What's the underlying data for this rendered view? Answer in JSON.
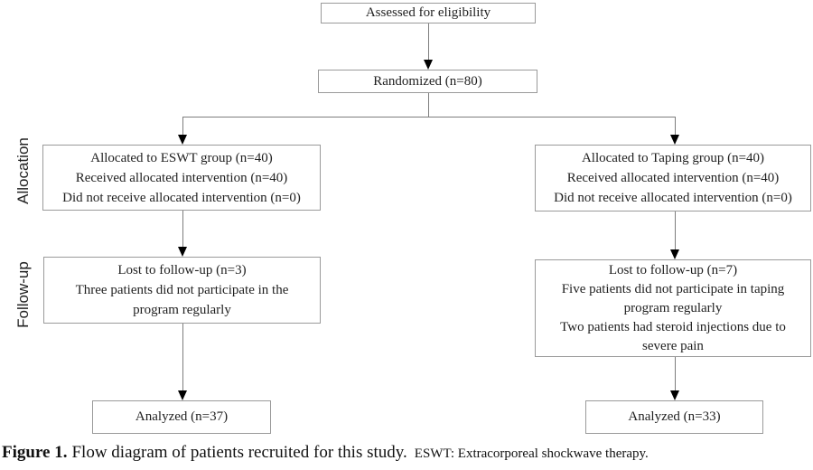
{
  "figure": {
    "caption": {
      "label": "Figure 1.",
      "text": "Flow diagram of patients recruited for this study.",
      "note": "ESWT: Extracorporeal shockwave therapy."
    },
    "stage_labels": {
      "allocation": "Allocation",
      "followup": "Follow-up"
    }
  },
  "flow": {
    "assessed": {
      "lines": [
        "Assessed for eligibility"
      ]
    },
    "randomized": {
      "lines": [
        "Randomized (n=80)"
      ]
    },
    "allocation_eswt": {
      "lines": [
        "Allocated to ESWT group (n=40)",
        "Received allocated intervention (n=40)",
        "Did not receive allocated intervention (n=0)"
      ]
    },
    "allocation_taping": {
      "lines": [
        "Allocated to Taping group (n=40)",
        "Received allocated intervention (n=40)",
        "Did not receive allocated intervention (n=0)"
      ]
    },
    "followup_eswt": {
      "lines": [
        "Lost to follow-up (n=3)",
        "Three patients did not participate in the",
        "program regularly"
      ]
    },
    "followup_taping": {
      "lines": [
        "Lost to follow-up (n=7)",
        "Five patients did not participate in taping",
        "program regularly",
        "Two patients had steroid injections due to",
        "severe pain"
      ]
    },
    "analyzed_eswt": {
      "lines": [
        "Analyzed (n=37)"
      ]
    },
    "analyzed_taping": {
      "lines": [
        "Analyzed (n=33)"
      ]
    }
  },
  "colors": {
    "box_border": "#9a9a9a",
    "connector": "#7d7d7d",
    "arrow": "#000000",
    "text": "#1f1f1f"
  }
}
